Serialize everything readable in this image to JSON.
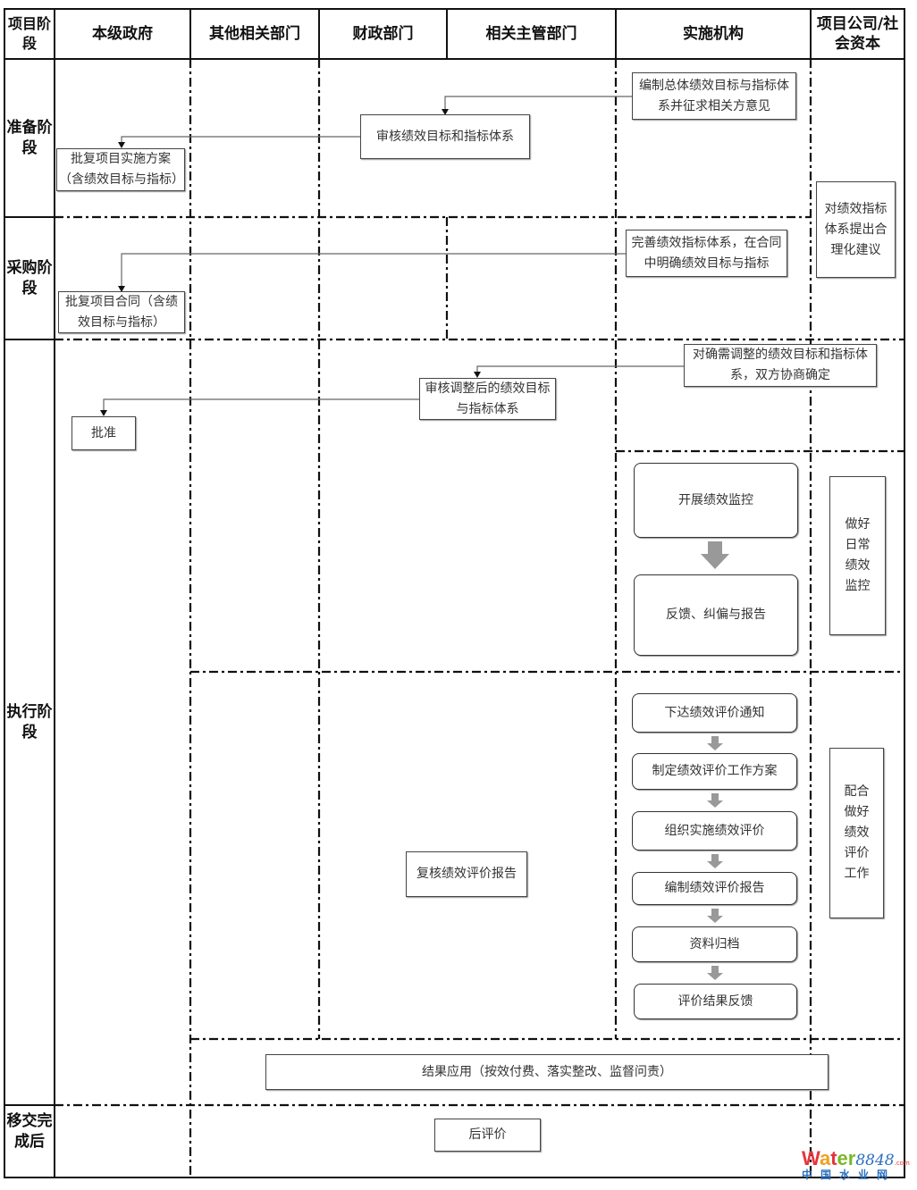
{
  "headers": [
    "项目阶段",
    "本级政府",
    "其他相关部门",
    "财政部门",
    "相关主管部门",
    "实施机构",
    "项目公司/社会资本"
  ],
  "stages": [
    "准备阶段",
    "采购阶段",
    "执行阶段",
    "移交完成后"
  ],
  "boxes": {
    "b1": "编制总体绩效目标与指标体系并征求相关方意见",
    "b2": "审核绩效目标和指标体系",
    "b3": "批复项目实施方案（含绩效目标与指标）",
    "b4": "对绩效指标体系提出合理化建议",
    "b5": "完善绩效指标体系，在合同中明确绩效目标与指标",
    "b6": "批复项目合同（含绩效目标与指标）",
    "b7": "对确需调整的绩效目标和指标体系，双方协商确定",
    "b8": "审核调整后的绩效目标与指标体系",
    "b9": "批准",
    "b10": "开展绩效监控",
    "b11": "反馈、纠偏与报告",
    "b12": "做好日常绩效监控",
    "b13": "下达绩效评价通知",
    "b14": "制定绩效评价工作方案",
    "b15": "组织实施绩效评价",
    "b16": "编制绩效评价报告",
    "b17": "资料归档",
    "b18": "评价结果反馈",
    "b19": "复核绩效评价报告",
    "b20": "配合做好绩效评价工作",
    "b21": "结果应用（按效付费、落实整改、监督问责）",
    "b22": "后评价"
  },
  "watermark": {
    "brand": "Water",
    "num": "8848",
    ".com": ".com",
    "cn": "中国水业网"
  }
}
